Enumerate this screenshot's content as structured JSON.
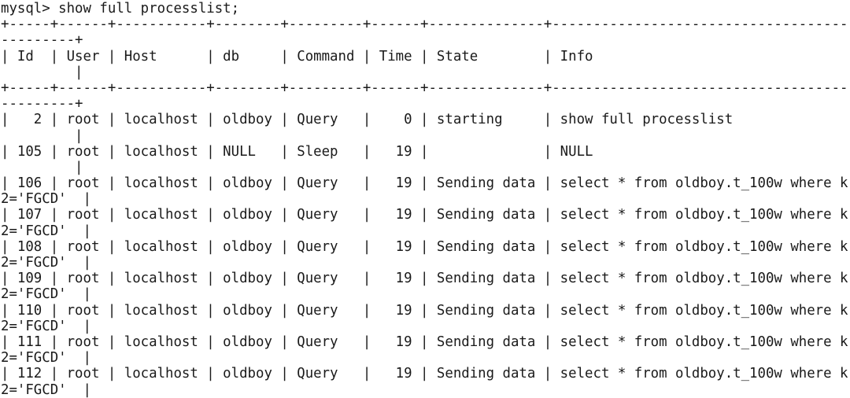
{
  "terminal": {
    "prompt": "mysql>",
    "command": "show full processlist;",
    "wrap_columns": 103,
    "lines": [
      "mysql> show full processlist;",
      "+-----+------+-----------+--------+---------+------+--------------+------------------------------------",
      "---------+",
      "| Id  | User | Host      | db     | Command | Time | State        | Info                               ",
      "         |",
      "+-----+------+-----------+--------+---------+------+--------------+------------------------------------",
      "---------+",
      "|   2 | root | localhost | oldboy | Query   |    0 | starting     | show full processlist              ",
      "         |",
      "| 105 | root | localhost | NULL   | Sleep   |   19 |              | NULL                               ",
      "         |",
      "| 106 | root | localhost | oldboy | Query   |   19 | Sending data | select * from oldboy.t_100w where k",
      "2='FGCD'  |",
      "| 107 | root | localhost | oldboy | Query   |   19 | Sending data | select * from oldboy.t_100w where k",
      "2='FGCD'  |",
      "| 108 | root | localhost | oldboy | Query   |   19 | Sending data | select * from oldboy.t_100w where k",
      "2='FGCD'  |",
      "| 109 | root | localhost | oldboy | Query   |   19 | Sending data | select * from oldboy.t_100w where k",
      "2='FGCD'  |",
      "| 110 | root | localhost | oldboy | Query   |   19 | Sending data | select * from oldboy.t_100w where k",
      "2='FGCD'  |",
      "| 111 | root | localhost | oldboy | Query   |   19 | Sending data | select * from oldboy.t_100w where k",
      "2='FGCD'  |",
      "| 112 | root | localhost | oldboy | Query   |   19 | Sending data | select * from oldboy.t_100w where k",
      "2='FGCD'  |"
    ]
  },
  "processlist_table": {
    "columns": [
      "Id",
      "User",
      "Host",
      "db",
      "Command",
      "Time",
      "State",
      "Info"
    ],
    "rows": [
      [
        "2",
        "root",
        "localhost",
        "oldboy",
        "Query",
        "0",
        "starting",
        "show full processlist"
      ],
      [
        "105",
        "root",
        "localhost",
        "NULL",
        "Sleep",
        "19",
        "",
        "NULL"
      ],
      [
        "106",
        "root",
        "localhost",
        "oldboy",
        "Query",
        "19",
        "Sending data",
        "select * from oldboy.t_100w where k2='FGCD'"
      ],
      [
        "107",
        "root",
        "localhost",
        "oldboy",
        "Query",
        "19",
        "Sending data",
        "select * from oldboy.t_100w where k2='FGCD'"
      ],
      [
        "108",
        "root",
        "localhost",
        "oldboy",
        "Query",
        "19",
        "Sending data",
        "select * from oldboy.t_100w where k2='FGCD'"
      ],
      [
        "109",
        "root",
        "localhost",
        "oldboy",
        "Query",
        "19",
        "Sending data",
        "select * from oldboy.t_100w where k2='FGCD'"
      ],
      [
        "110",
        "root",
        "localhost",
        "oldboy",
        "Query",
        "19",
        "Sending data",
        "select * from oldboy.t_100w where k2='FGCD'"
      ],
      [
        "111",
        "root",
        "localhost",
        "oldboy",
        "Query",
        "19",
        "Sending data",
        "select * from oldboy.t_100w where k2='FGCD'"
      ],
      [
        "112",
        "root",
        "localhost",
        "oldboy",
        "Query",
        "19",
        "Sending data",
        "select * from oldboy.t_100w where k2='FGCD'"
      ]
    ]
  },
  "colors": {
    "background": "#ffffff",
    "text": "#1a1a1a"
  }
}
